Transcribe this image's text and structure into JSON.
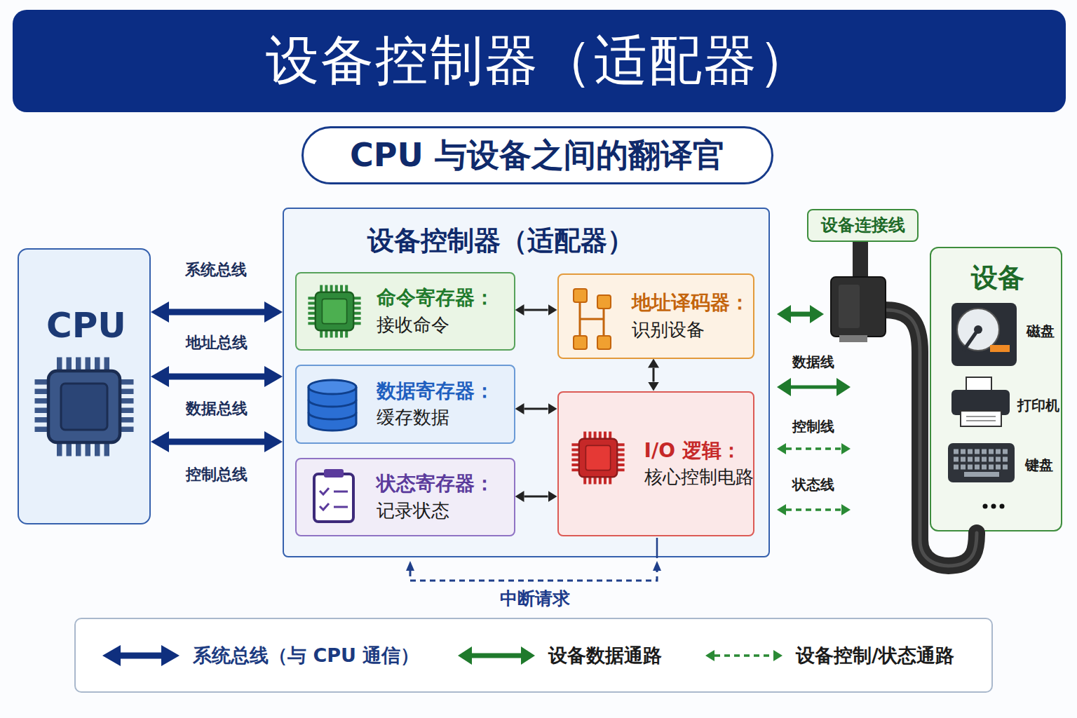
{
  "diagram": {
    "title": "设备控制器（适配器）",
    "nodes": [
      {
        "text": [
          "CPU 与设备之间的翻译官"
        ]
      },
      {
        "text": [
          "CPU"
        ]
      },
      {
        "text": [
          "设备控制器（适配器）"
        ]
      },
      {
        "text": [
          "命令寄存器：",
          "接收命令"
        ],
        "in": 2
      },
      {
        "text": [
          "地址译码器：",
          "识别设备"
        ],
        "in": 2
      },
      {
        "text": [
          "数据寄存器：",
          "缓存数据"
        ],
        "in": 2
      },
      {
        "text": [
          "I/O 逻辑：",
          "核心控制电路"
        ],
        "in": 2
      },
      {
        "text": [
          "状态寄存器：",
          "记录状态"
        ],
        "in": 2
      },
      {
        "text": [
          "设备连接线"
        ]
      },
      {
        "text": [
          "设备",
          "磁盘",
          "打印机",
          "键盘"
        ]
      }
    ],
    "edges": [
      {
        "from": 1,
        "to": 2,
        "arrow": "both",
        "label": "地址总线"
      },
      {
        "from": 1,
        "to": 2,
        "arrow": "both",
        "label": "数据总线"
      },
      {
        "from": 1,
        "to": 2,
        "arrow": "both",
        "label": "控制总线"
      },
      {
        "from": 3,
        "to": 4,
        "arrow": "both"
      },
      {
        "from": 4,
        "to": 6,
        "arrow": "both"
      },
      {
        "from": 5,
        "to": 6,
        "arrow": "both"
      },
      {
        "from": 7,
        "to": 6,
        "arrow": "both"
      }
    ],
    "labels": [
      "系统总线",
      "数据线",
      "控制线",
      "状态线",
      "中断请求"
    ],
    "legend": [
      {
        "text": "系统总线（与 CPU 通信）"
      },
      {
        "text": "设备数据通路"
      },
      {
        "text": "设备控制/状态通路"
      }
    ]
  }
}
